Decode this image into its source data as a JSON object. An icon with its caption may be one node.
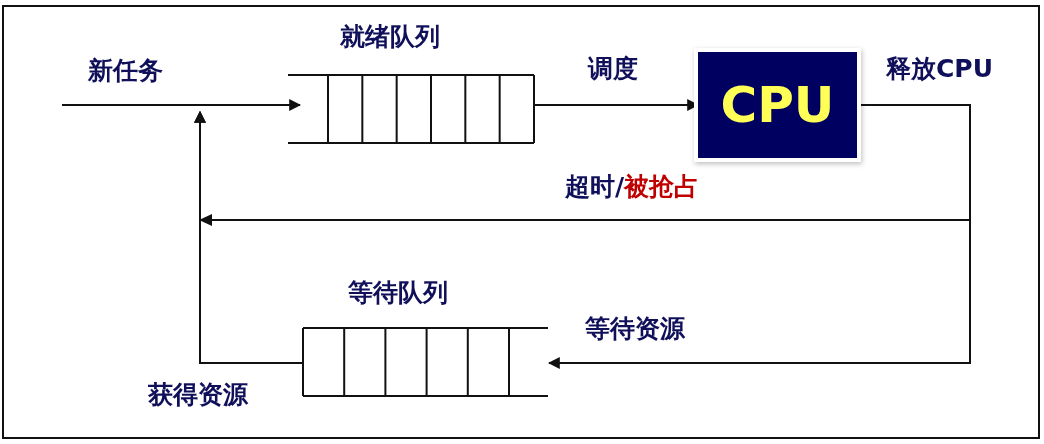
{
  "diagram": {
    "nodes": [
      {
        "text": [
          "就绪队列"
        ]
      },
      {
        "text": [
          "CPU"
        ]
      },
      {
        "text": [
          "等待队列"
        ]
      }
    ],
    "edges": [
      {
        "from": null,
        "to": 0,
        "arrow": "to",
        "label": "新任务"
      },
      {
        "from": 0,
        "to": 1,
        "arrow": "to",
        "label": "调度"
      },
      {
        "from": 1,
        "to": 0,
        "arrow": "to",
        "label": "超时/被抢占"
      },
      {
        "from": 2,
        "to": 0,
        "arrow": "to",
        "label": "获得资源"
      },
      {
        "from": 1,
        "to": 2,
        "arrow": "to",
        "label": "等待资源"
      }
    ],
    "labels": [
      "释放CPU"
    ]
  }
}
